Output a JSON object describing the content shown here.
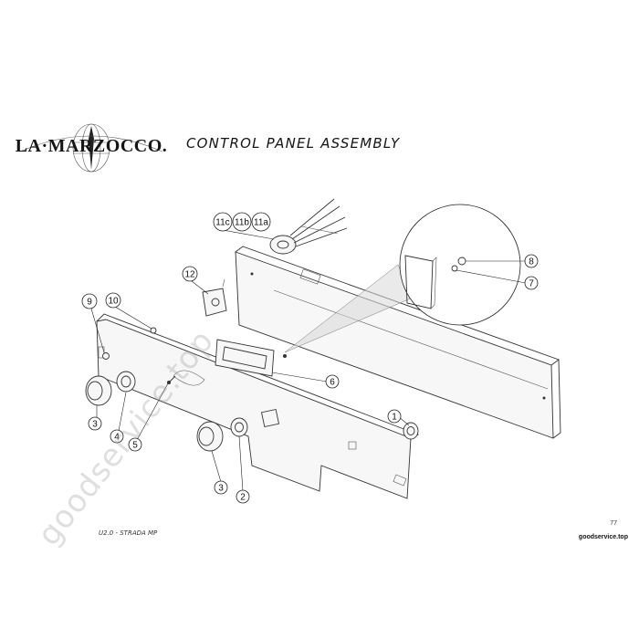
{
  "brand": {
    "logo_text": "LA·MARZOCCO."
  },
  "title": "CONTROL PANEL ASSEMBLY",
  "callouts": [
    "11c",
    "11b",
    "11a",
    "12",
    "9",
    "10",
    "8",
    "7",
    "6",
    "3",
    "4",
    "5",
    "1",
    "3",
    "2"
  ],
  "footer": {
    "model": "U2.0 - STRADA MP",
    "page_number": "77",
    "site": "goodservice.top"
  },
  "watermark": "goodservice.top",
  "colors": {
    "line": "#333333",
    "background": "#ffffff",
    "watermark": "#9a9a9a"
  }
}
